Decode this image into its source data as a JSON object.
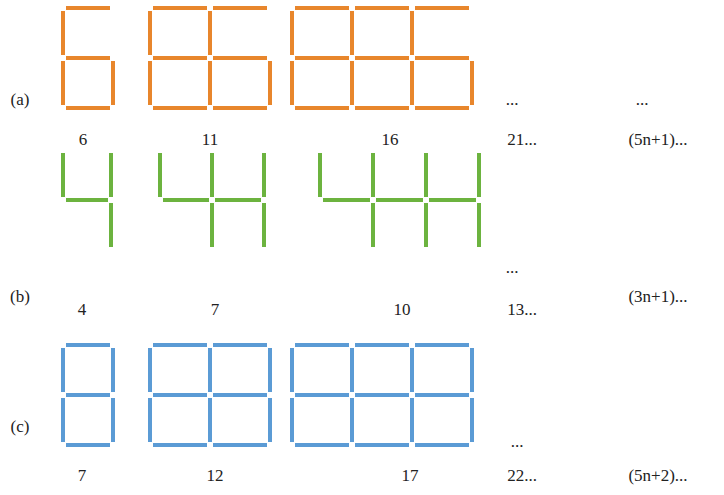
{
  "diagram": {
    "labels": [
      "...",
      "...",
      "(a)",
      "6",
      "11",
      "16",
      "21...",
      "(5n+1)...",
      "...",
      "(b)",
      "4",
      "7",
      "10",
      "13...",
      "(3n+1)...",
      "(c)",
      "...",
      "7",
      "12",
      "17",
      "22...",
      "(5n+2)..."
    ]
  }
}
